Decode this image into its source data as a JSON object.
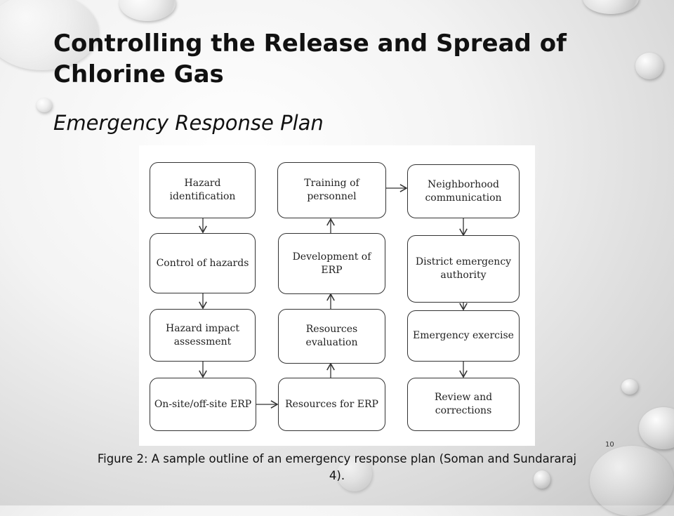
{
  "slide": {
    "title": "Controlling the Release and Spread of Chlorine Gas",
    "subtitle": "Emergency Response Plan",
    "caption": "Figure 2: A sample outline of an emergency response plan (Soman and Sundararaj 4).",
    "page_number": "10"
  },
  "diagram": {
    "boxes": [
      "Hazard identification",
      "Control of hazards",
      "Hazard impact assessment",
      "On-site/off-site ERP",
      "Resources for ERP",
      "Resources evaluation",
      "Development of ERP",
      "Training of personnel",
      "Neighborhood communication",
      "District emergency authority",
      "Emergency exercise",
      "Review and corrections"
    ]
  }
}
